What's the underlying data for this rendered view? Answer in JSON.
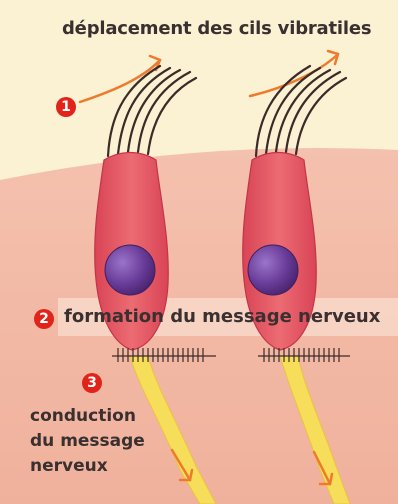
{
  "title": "déplacement des cils vibratiles",
  "steps": [
    {
      "number": "1"
    },
    {
      "number": "2",
      "label": "formation du message nerveux"
    },
    {
      "number": "3",
      "label_lines": [
        "conduction",
        "du message",
        "nerveux"
      ]
    }
  ],
  "colors": {
    "background": "#fbf1d3",
    "tissue": "#f2b8a2",
    "cell_body": "#e05662",
    "nucleus": "#6a3d9a",
    "nerve_fiber": "#f6de5a",
    "arrow": "#ee7a2e",
    "badge": "#e2231a"
  },
  "icons": [
    "cilia-tuft",
    "hair-cell",
    "nucleus",
    "synapse",
    "nerve-fiber",
    "motion-arrow"
  ]
}
